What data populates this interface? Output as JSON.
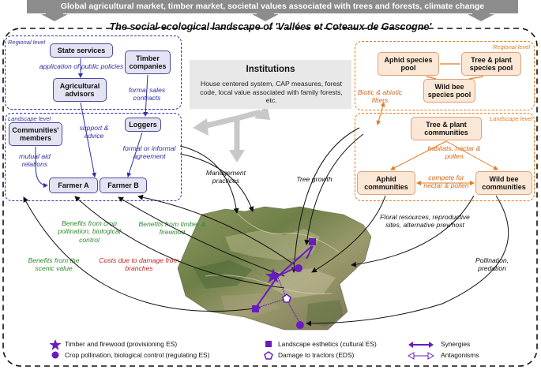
{
  "header": {
    "top_banner": "Global agricultural market, timber market, societal values associated with trees and forests, climate change",
    "title": "The social-ecological landscape of 'Vallées et Coteaux de Gascogne'"
  },
  "social": {
    "regional_level_label": "Regional level",
    "landscape_level_label": "Landscape level",
    "nodes": {
      "state_services": "State services",
      "timber_companies": "Timber companies",
      "agricultural_advisors": "Agricultural advisors",
      "communities_members": "Communities' members",
      "loggers": "Loggers",
      "farmer_a": "Farmer A",
      "farmer_b": "Farmer B"
    },
    "relations": {
      "public_policies": "application of public policies",
      "formal_sales": "formal sales contracts",
      "support_advice": "support & advice",
      "mutual_aid": "mutual aid relations",
      "formal_informal": "formal or informal agreement"
    }
  },
  "institutions": {
    "title": "Institutions",
    "body": "House centered system, CAP measures, forest code, local value associated with family forests, etc."
  },
  "ecological": {
    "regional_level_label": "Regional level",
    "landscape_level_label": "Landscape level",
    "nodes": {
      "aphid_pool": "Aphid species pool",
      "tree_plant_pool": "Tree & plant species pool",
      "wild_bee_pool": "Wild bee species pool",
      "tree_plant_communities": "Tree & plant communities",
      "aphid_communities": "Aphid communities",
      "wild_bee_communities": "Wild bee communities"
    },
    "relations": {
      "filters": "Biotic & abiotic filters",
      "habitats": "habitats, nectar & pollen",
      "compete": "compete for nectar & pollen"
    }
  },
  "flows": {
    "management_practices": "Management practices",
    "tree_growth": "Tree growth",
    "floral_resources": "Floral resources, reproductive sites, alternative prey/host",
    "pollination_predation": "Pollination, predation",
    "benefits_crop": "Benefits from crop pollination, biological control",
    "benefits_timber": "Benefits from timber & firewood",
    "benefits_scenic": "Benefits from the scenic value",
    "costs_damage": "Costs due to damage from branches"
  },
  "legend": {
    "timber": "Timber and firewood (provisioning ES)",
    "crop": "Crop pollination, biological control (regulating ES)",
    "landscape": "Landscape esthetics (cultural ES)",
    "damage": "Damage to tractors (EDS)",
    "synergies": "Synergies",
    "antagonisms": "Antagonisms"
  },
  "colors": {
    "social_blue": "#2f2fa8",
    "node_blue_fill": "#e3e3f4",
    "eco_orange": "#e07b1e",
    "node_orange_fill": "#fbe7d6",
    "benefit_green": "#2e8b2e",
    "cost_red": "#c0261c",
    "es_purple": "#6a1bbf",
    "banner_grey": "#8c8c8c"
  },
  "icons": {
    "timber": "star-icon",
    "crop": "circle-icon",
    "landscape": "square-icon",
    "damage": "pentagon-icon",
    "synergies": "double-arrow-solid-icon",
    "antagonisms": "double-arrow-hollow-icon"
  }
}
